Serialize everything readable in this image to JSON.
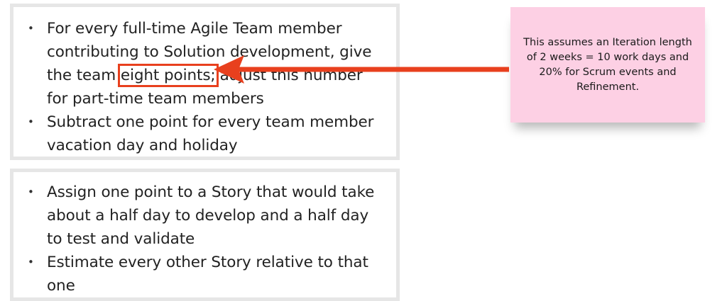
{
  "box1": {
    "bullet1": {
      "before": "For every full-time Agile Team member contributing to Solution development, give the team ",
      "highlight": "eight points;",
      "after": "adjust this number for part-time team members"
    },
    "bullet2": "Subtract one point for every team member vacation day and holiday"
  },
  "box2": {
    "bullet1": "Assign one point to a Story that would take about a half day to develop and a half day to test and validate",
    "bullet2": "Estimate every other Story relative to that one"
  },
  "sticky_note": {
    "text": "This assumes an Iteration length of 2 weeks = 10 work days and 20% for Scrum events and Refinement.",
    "color": "#fdd0e4"
  },
  "colors": {
    "arrow": "#e8401e",
    "box_border": "#e6e6e6"
  }
}
